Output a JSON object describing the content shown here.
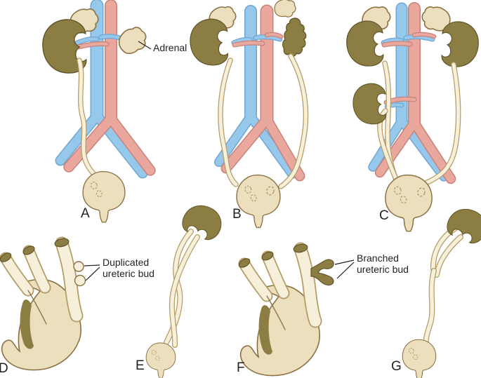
{
  "figure": {
    "annotations": {
      "adrenal_label": "Adrenal",
      "duplicated_bud_label": "Duplicated\nureteric bud",
      "branched_bud_label": "Branched\nureteric bud"
    },
    "panel_letters": {
      "a": "A",
      "b": "B",
      "c": "C",
      "d": "D",
      "e": "E",
      "f": "F",
      "g": "G"
    },
    "colors": {
      "artery": "#E9A79D",
      "artery_outline": "#C6837B",
      "vein": "#95C8EB",
      "vein_outline": "#6FA7D1",
      "kidney": "#8C7D43",
      "kidney_outline": "#615528",
      "cream": "#EBDFBE",
      "cream_outline": "#8B7142",
      "ureter_fill": "#F6EFD9",
      "ureter_outline": "#B59C66",
      "dash": "#9A8458",
      "text": "#231F20",
      "background": "#FFFFFF"
    }
  }
}
